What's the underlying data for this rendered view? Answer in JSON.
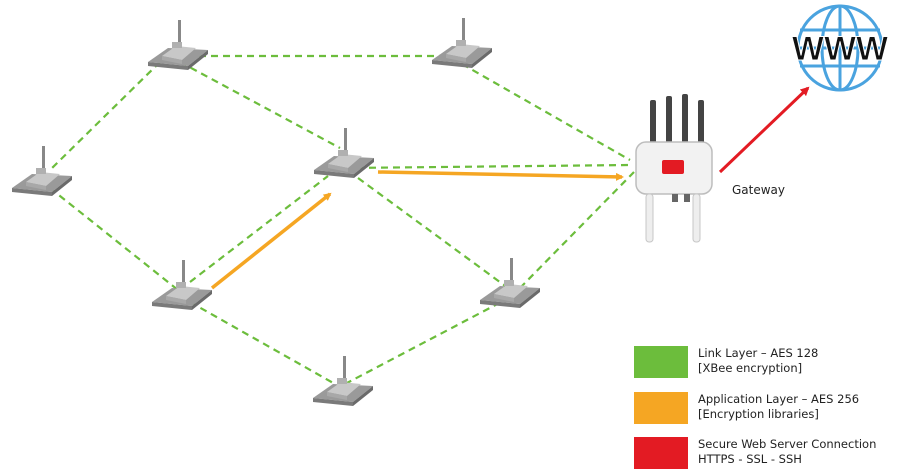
{
  "labels": {
    "www": "WWW",
    "gateway": "Gateway"
  },
  "legend": [
    {
      "line1": "Link Layer – AES 128",
      "line2": "[XBee encryption]",
      "color": "#6cbd3c"
    },
    {
      "line1": "Application Layer – AES 256",
      "line2": "[Encryption libraries]",
      "color": "#f5a623"
    },
    {
      "line1": "Secure Web Server Connection",
      "line2": "HTTPS - SSL - SSH",
      "color": "#e31b23"
    }
  ],
  "colors": {
    "link_layer": "#6cbd3c",
    "app_layer": "#f5a623",
    "web_connection": "#e31b23",
    "globe": "#4aa3df"
  },
  "icons": [
    "radio-node-icon",
    "gateway-icon",
    "globe-icon"
  ]
}
